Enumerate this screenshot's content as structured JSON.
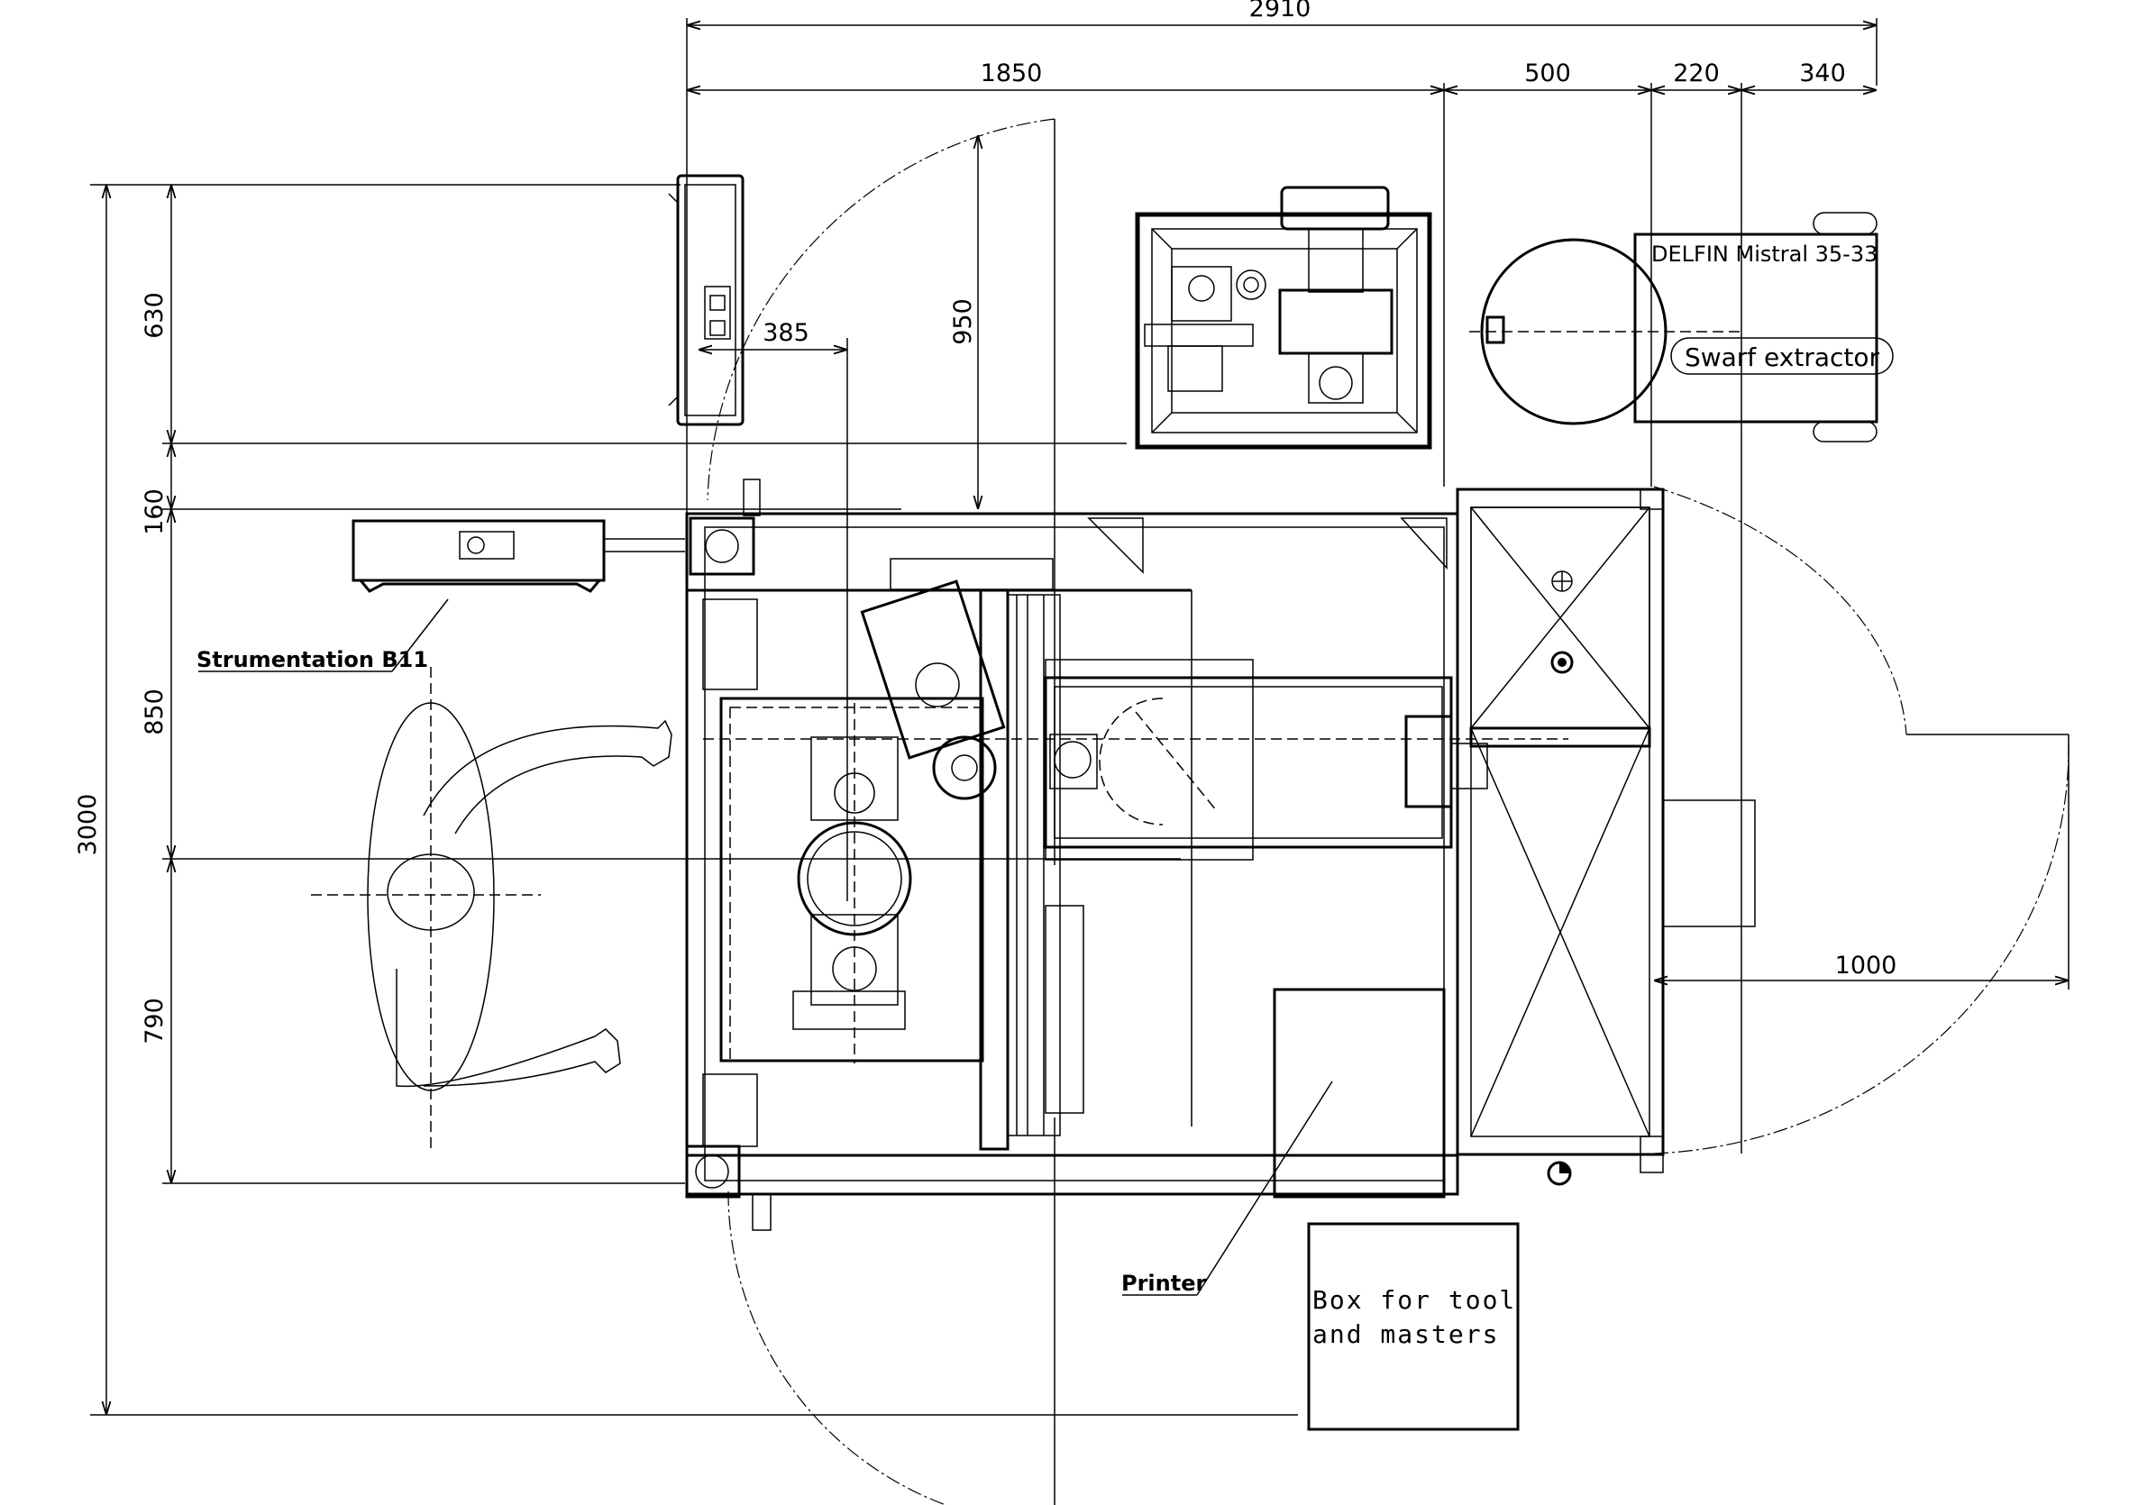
{
  "dimensions": {
    "total_width": "2910",
    "top_1850": "1850",
    "top_500": "500",
    "top_220": "220",
    "top_340": "340",
    "left_total": "3000",
    "left_630": "630",
    "left_160": "160",
    "left_850": "850",
    "left_790": "790",
    "inner_385": "385",
    "inner_950": "950",
    "right_1000": "1000"
  },
  "labels": {
    "delfin": "DELFIN  Mistral 35-33",
    "swarf": "Swarf extractor",
    "strumentation": "Strumentation B11",
    "printer": "Printer",
    "box_line1": "Box for tool",
    "box_line2": "and masters"
  }
}
